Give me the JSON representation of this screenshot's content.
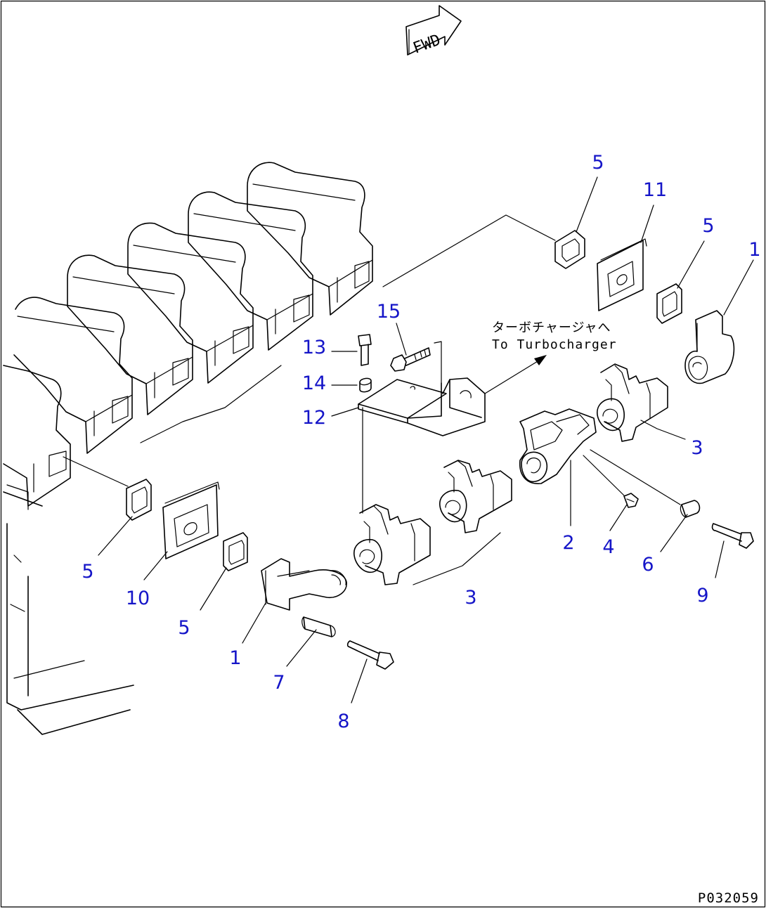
{
  "fwd_label": "FWD",
  "note": {
    "japanese": "ターボチャージャへ",
    "english": "To Turbocharger"
  },
  "drawing_code": "P032059",
  "callouts": [
    {
      "id": "c5a",
      "text": "5"
    },
    {
      "id": "c11",
      "text": "11"
    },
    {
      "id": "c5b",
      "text": "5"
    },
    {
      "id": "c1a",
      "text": "1"
    },
    {
      "id": "c15",
      "text": "15"
    },
    {
      "id": "c13",
      "text": "13"
    },
    {
      "id": "c14",
      "text": "14"
    },
    {
      "id": "c12",
      "text": "12"
    },
    {
      "id": "c3a",
      "text": "3"
    },
    {
      "id": "c2",
      "text": "2"
    },
    {
      "id": "c4",
      "text": "4"
    },
    {
      "id": "c6",
      "text": "6"
    },
    {
      "id": "c9",
      "text": "9"
    },
    {
      "id": "c3b",
      "text": "3"
    },
    {
      "id": "c5c",
      "text": "5"
    },
    {
      "id": "c10",
      "text": "10"
    },
    {
      "id": "c5d",
      "text": "5"
    },
    {
      "id": "c1b",
      "text": "1"
    },
    {
      "id": "c7",
      "text": "7"
    },
    {
      "id": "c8",
      "text": "8"
    }
  ],
  "colors": {
    "callout": "#1515c8",
    "line": "#000000"
  }
}
